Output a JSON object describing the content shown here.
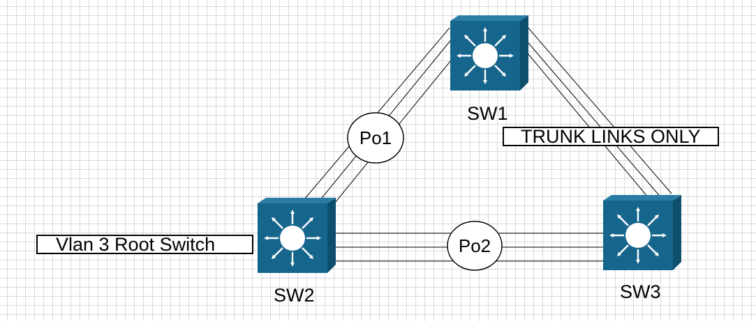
{
  "switches": [
    {
      "id": "sw1",
      "label": "SW1"
    },
    {
      "id": "sw2",
      "label": "SW2"
    },
    {
      "id": "sw3",
      "label": "SW3"
    }
  ],
  "port_channels": [
    {
      "id": "po1",
      "label": "Po1"
    },
    {
      "id": "po2",
      "label": "Po2"
    }
  ],
  "annotations": {
    "trunk_note": "TRUNK LINKS ONLY",
    "root_note": "Vlan 3 Root Switch"
  },
  "colors": {
    "switch_face": "#16658c",
    "switch_side": "#0f4f6e",
    "switch_top": "#2a7ea6",
    "icon_white": "#ffffff",
    "link_line": "#000000",
    "grid": "#d9d9d9"
  },
  "icons": {
    "switch": "layer3-switch-icon"
  }
}
